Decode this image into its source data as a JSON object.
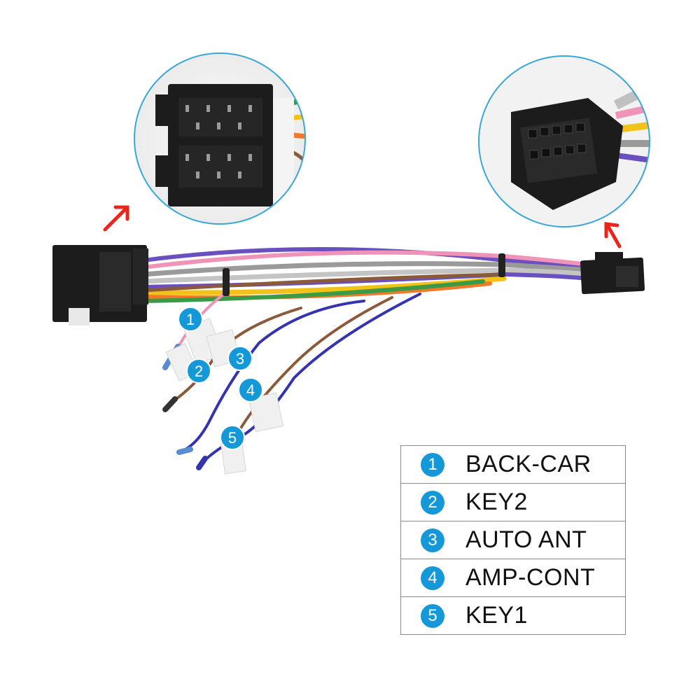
{
  "callouts": [
    {
      "n": "1",
      "label": "BACK-CAR"
    },
    {
      "n": "2",
      "label": "KEY2"
    },
    {
      "n": "3",
      "label": "AUTO ANT"
    },
    {
      "n": "4",
      "label": "AMP-CONT"
    },
    {
      "n": "5",
      "label": "KEY1"
    }
  ],
  "colors": {
    "badge": "#1598d8",
    "circle_ring": "#3aa7d8",
    "arrow": "#e8261b",
    "connector": "#1c1c1c",
    "wire_purple": "#6a4fc0",
    "wire_pink": "#ef93b8",
    "wire_gray": "#9a9a9a",
    "wire_yellow": "#f2c21a",
    "wire_orange": "#f07a28",
    "wire_green": "#3a9a45",
    "wire_brown": "#8b5a3a",
    "wire_blue": "#3434b0"
  },
  "icons": [
    "iso-connector-icon",
    "16-pin-connector-icon",
    "red-arrow-icon",
    "cable-tie-icon"
  ]
}
